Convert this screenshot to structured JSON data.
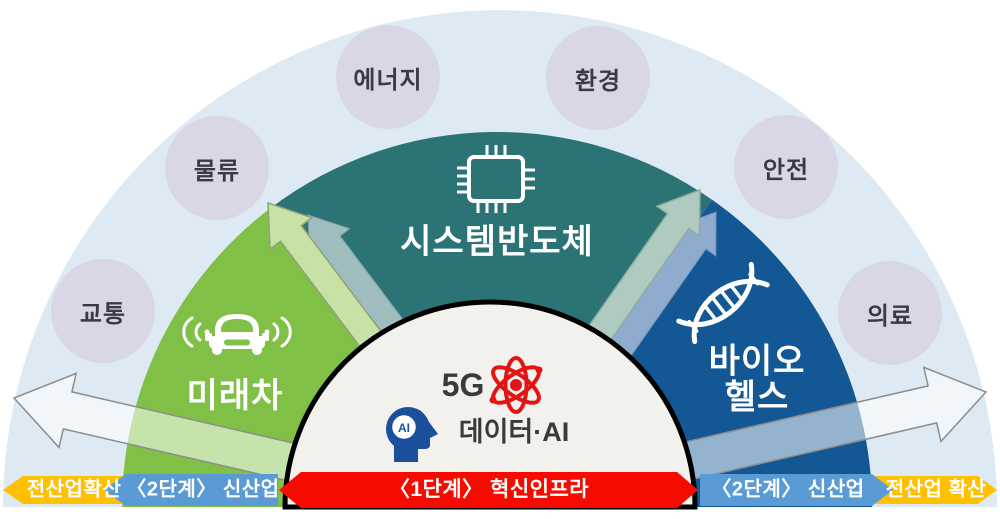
{
  "diagram": {
    "description_labels": {
      "core_line1": "5G",
      "core_line2": "데이터·AI",
      "core_ai_badge": "AI"
    }
  },
  "colors": {
    "outer_ring_bg": "#DDEAF3",
    "sector_green": "#80C047",
    "sector_teal": "#2C7376",
    "sector_blue": "#135895",
    "node_lavender": "#D9D6E5",
    "core_bg": "#F2F1ED",
    "stage1_red": "#F60B00",
    "stage2_blue": "#5B9BD5",
    "spread_yellow": "#FFC000",
    "atom_red": "#E51313",
    "ai_head_blue": "#1C4F9B"
  },
  "outer_nodes": {
    "items": [
      {
        "label": "교통"
      },
      {
        "label": "물류"
      },
      {
        "label": "에너지"
      },
      {
        "label": "환경"
      },
      {
        "label": "안전"
      },
      {
        "label": "의료"
      }
    ]
  },
  "sectors": {
    "future_car": {
      "label": "미래차"
    },
    "system_semiconductor": {
      "label": "시스템반도체"
    },
    "bio_health": {
      "label_line1": "바이오",
      "label_line2": "헬스"
    }
  },
  "core": {
    "line1": "5G",
    "line2": "데이터·AI",
    "ai_badge": "AI"
  },
  "stage_bars": {
    "left_spread": {
      "label": "전산업확산"
    },
    "left_stage2": {
      "label": "〈2단계〉 신산업"
    },
    "stage1": {
      "label": "〈1단계〉 혁신인프라"
    },
    "right_stage2": {
      "label": "〈2단계〉 신산업"
    },
    "right_spread": {
      "label": "전산업 확산"
    }
  },
  "icons": {
    "chip": "semiconductor-chip-icon",
    "car": "autonomous-car-icon",
    "dna": "dna-helix-icon",
    "atom": "atom-icon",
    "ai_head": "ai-head-icon"
  }
}
